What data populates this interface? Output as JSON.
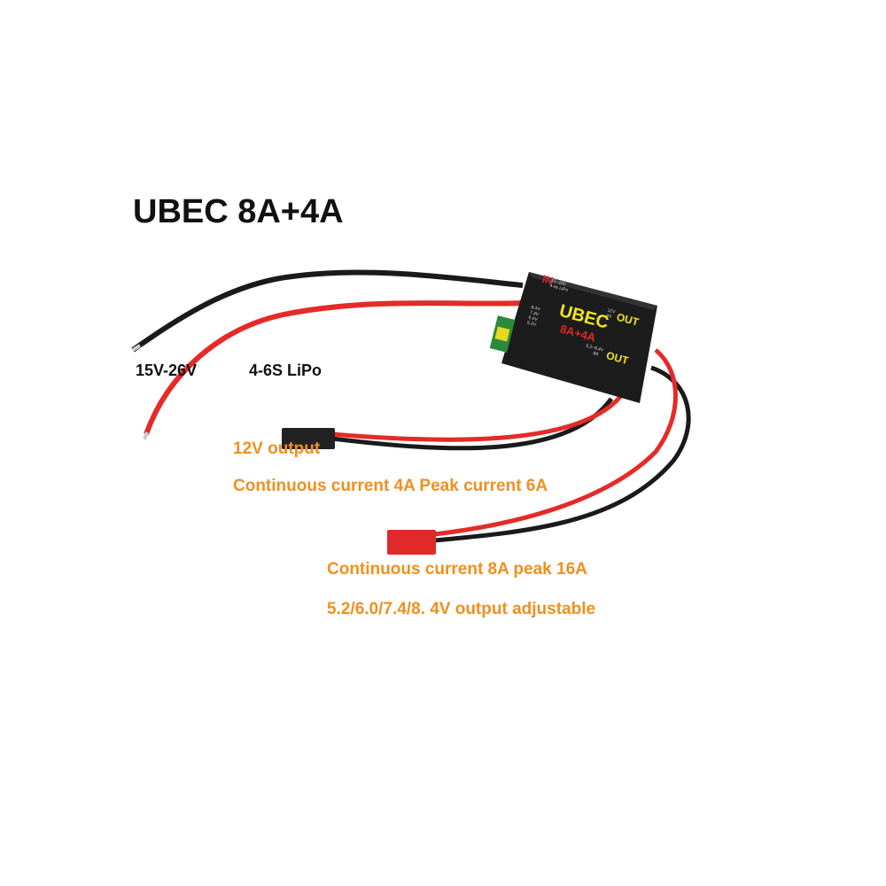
{
  "title": "UBEC 8A+4A",
  "input_voltage": "15V-26V",
  "input_battery": "4-6S LiPo",
  "output_12v": {
    "label": "12V output",
    "current": "Continuous current 4A Peak current 6A"
  },
  "output_adjustable": {
    "current": "Continuous current 8A peak 16A",
    "voltage": "5.2/6.0/7.4/8. 4V output adjustable"
  },
  "device": {
    "brand": "UBEC",
    "rating": "8A+4A",
    "in_label": "IN",
    "in_spec": [
      "15~26V",
      "4-6s LiPo"
    ],
    "out1_spec": [
      "12V",
      "4A"
    ],
    "out_label": "OUT",
    "out2_spec": [
      "5.2~8.4V",
      "8A"
    ],
    "jumper_values": [
      "8.4V",
      "7.4V",
      "6.0V",
      "5.2V"
    ]
  },
  "colors": {
    "text_accent": "#f0901e",
    "brand_yellow": "#f2e51a",
    "rating_red": "#e0282a"
  }
}
